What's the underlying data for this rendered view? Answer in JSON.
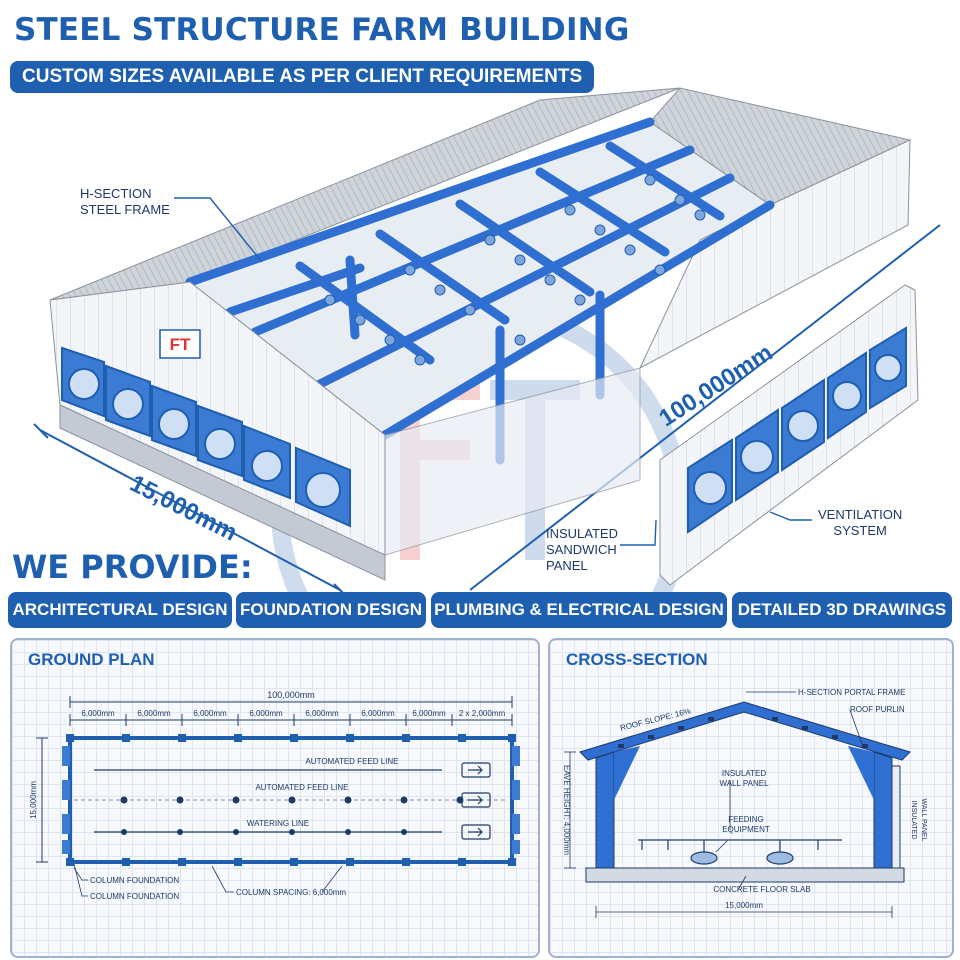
{
  "header": {
    "title": "STEEL STRUCTURE FARM BUILDING",
    "subtitle": "CUSTOM SIZES AVAILABLE AS PER CLIENT REQUIREMENTS"
  },
  "logo": {
    "text": "FT"
  },
  "illustration": {
    "labels": {
      "frame_line1": "H-SECTION",
      "frame_line2": "STEEL FRAME",
      "panel_line1": "INSULATED",
      "panel_line2": "SANDWICH",
      "panel_line3": "PANEL",
      "vent_line1": "VENTILATION",
      "vent_line2": "SYSTEM"
    },
    "dimensions": {
      "length": "100,000mm",
      "width": "15,000mm"
    }
  },
  "services": {
    "heading": "WE PROVIDE:",
    "items": [
      {
        "label": "ARCHITECTURAL DESIGN"
      },
      {
        "label": "FOUNDATION DESIGN"
      },
      {
        "label": "PLUMBING & ELECTRICAL DESIGN"
      },
      {
        "label": "DETAILED 3D DRAWINGS"
      }
    ]
  },
  "ground_plan": {
    "title": "GROUND PLAN",
    "total_length": "100,000mm",
    "bays": [
      "6,000mm",
      "6,000mm",
      "6,000mm",
      "6,000mm",
      "6,000mm",
      "6,000mm",
      "6,000mm",
      "2 x 2,000mm"
    ],
    "width": "15,000mm",
    "lines": {
      "feed1": "AUTOMATED FEED LINE",
      "feed2": "AUTOMATED FEED LINE",
      "water": "WATERING LINE"
    },
    "notes": {
      "col1": "COLUMN FOUNDATION",
      "col2": "COLUMN FOUNDATION",
      "spacing": "COLUMN SPACING: 6,000mm"
    }
  },
  "cross_section": {
    "title": "CROSS-SECTION",
    "labels": {
      "portal": "H-SECTION PORTAL FRAME",
      "slope": "ROOF SLOPE: 16%",
      "purlin": "ROOF PURLIN",
      "wall1": "INSULATED",
      "wall2": "WALL PANEL",
      "feed1": "FEEDING",
      "feed2": "EQUIPMENT",
      "slab": "CONCRETE FLOOR SLAB",
      "eave": "EAVE HEIGHT: 4,000mm",
      "side1": "INSULATED",
      "side2": "WALL PANEL",
      "span": "15,000mm"
    }
  },
  "colors": {
    "brand_blue": "#1f5fb0",
    "steel_blue": "#2f6fd1",
    "panel_white": "#f4f6fa",
    "roof_grey": "#c9ced6"
  }
}
